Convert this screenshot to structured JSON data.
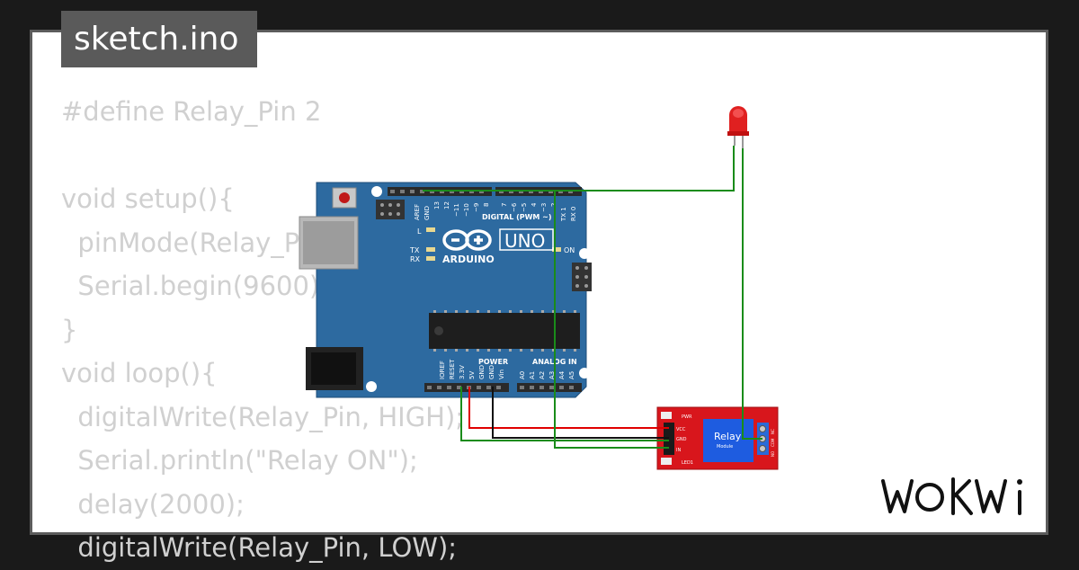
{
  "title_tab": {
    "label": "sketch.ino"
  },
  "code": {
    "lines": [
      "#define Relay_Pin 2",
      "",
      "void setup(){",
      "  pinMode(Relay_Pin, OUTPUT);",
      "  Serial.begin(9600);",
      "}",
      "void loop(){",
      "  digitalWrite(Relay_Pin, HIGH);",
      "  Serial.println(\"Relay ON\");",
      "  delay(2000);",
      "  digitalWrite(Relay_Pin, LOW);"
    ]
  },
  "arduino": {
    "brand": "ARDUINO",
    "model": "UNO",
    "digital_header_label": "DIGITAL (PWM ~)",
    "power_label": "POWER",
    "analog_label": "ANALOG IN",
    "on_label": "ON",
    "l_label": "L",
    "tx_label": "TX",
    "rx_label": "RX",
    "top_pins": [
      "AREF",
      "GND",
      "13",
      "12",
      "~11",
      "~10",
      "~9",
      "8",
      "7",
      "~6",
      "~5",
      "4",
      "~3",
      "2",
      "TX 1",
      "RX 0"
    ],
    "power_pins": [
      "IOREF",
      "RESET",
      "3.3V",
      "5V",
      "GND",
      "GND",
      "Vin"
    ],
    "analog_pins": [
      "A0",
      "A1",
      "A2",
      "A3",
      "A4",
      "A5"
    ]
  },
  "relay": {
    "title": "Relay",
    "subtitle": "Module",
    "pin_labels": [
      "VCC",
      "GND",
      "IN"
    ],
    "led_labels": [
      "PWR",
      "LED1"
    ],
    "terminal_labels": [
      "NO",
      "COM",
      "NC"
    ]
  },
  "led": {
    "color": "red"
  },
  "wires": {
    "red": "#e00000",
    "black": "#111111",
    "green": "#1a8c1a"
  },
  "logo": {
    "text": "WOKWI"
  }
}
